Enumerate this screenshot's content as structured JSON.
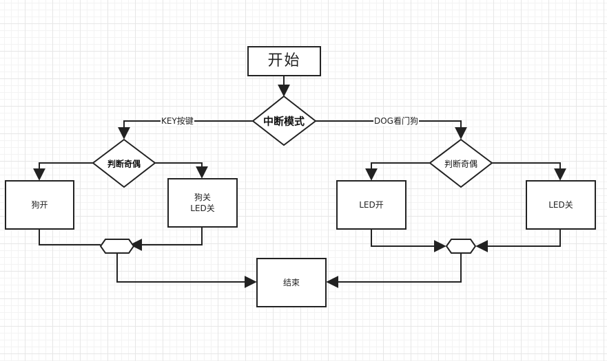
{
  "nodes": {
    "start": "开始",
    "interrupt_mode": "中断模式",
    "left_parity": "判断奇偶",
    "right_parity": "判断奇偶",
    "dog_on": "狗开",
    "dog_off_led_off": "狗关\nLED关",
    "led_on": "LED开",
    "led_off": "LED关",
    "end": "结束"
  },
  "edges": {
    "key_button": "KEY按键",
    "watchdog": "DOG看门狗"
  },
  "colors": {
    "stroke": "#222222",
    "grid_major": "#e6e6e6",
    "grid_minor": "#f3f3f3"
  }
}
